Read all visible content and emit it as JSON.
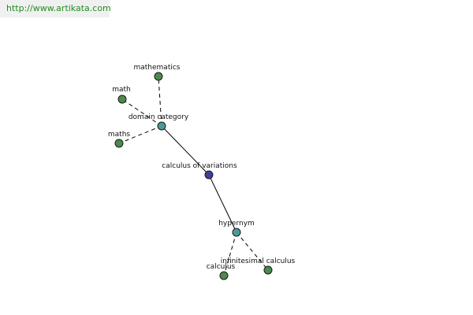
{
  "site_link": "http://www.artikata.com",
  "colors": {
    "leaf": "#4d8a4d",
    "relation": "#4d9999",
    "center": "#3f3f99",
    "node_stroke": "#1a1a1a",
    "edge": "#000000",
    "link": "#228b22"
  },
  "graph": {
    "nodes": [
      {
        "id": "calculus-of-variations",
        "label": "calculus of variations",
        "kind": "center"
      },
      {
        "id": "domain-category",
        "label": "domain category",
        "kind": "relation"
      },
      {
        "id": "hypernym",
        "label": "hypernym",
        "kind": "relation"
      },
      {
        "id": "mathematics",
        "label": "mathematics",
        "kind": "leaf"
      },
      {
        "id": "math",
        "label": "math",
        "kind": "leaf"
      },
      {
        "id": "maths",
        "label": "maths",
        "kind": "leaf"
      },
      {
        "id": "calculus",
        "label": "calculus",
        "kind": "leaf"
      },
      {
        "id": "infinitesimal-calculus",
        "label": "infinitesimal calculus",
        "kind": "leaf"
      }
    ],
    "edges": [
      {
        "from": "calculus-of-variations",
        "to": "domain-category",
        "style": "solid"
      },
      {
        "from": "calculus-of-variations",
        "to": "hypernym",
        "style": "solid"
      },
      {
        "from": "domain-category",
        "to": "mathematics",
        "style": "dashed"
      },
      {
        "from": "domain-category",
        "to": "math",
        "style": "dashed"
      },
      {
        "from": "domain-category",
        "to": "maths",
        "style": "dashed"
      },
      {
        "from": "hypernym",
        "to": "calculus",
        "style": "dashed"
      },
      {
        "from": "hypernym",
        "to": "infinitesimal-calculus",
        "style": "dashed"
      }
    ]
  }
}
